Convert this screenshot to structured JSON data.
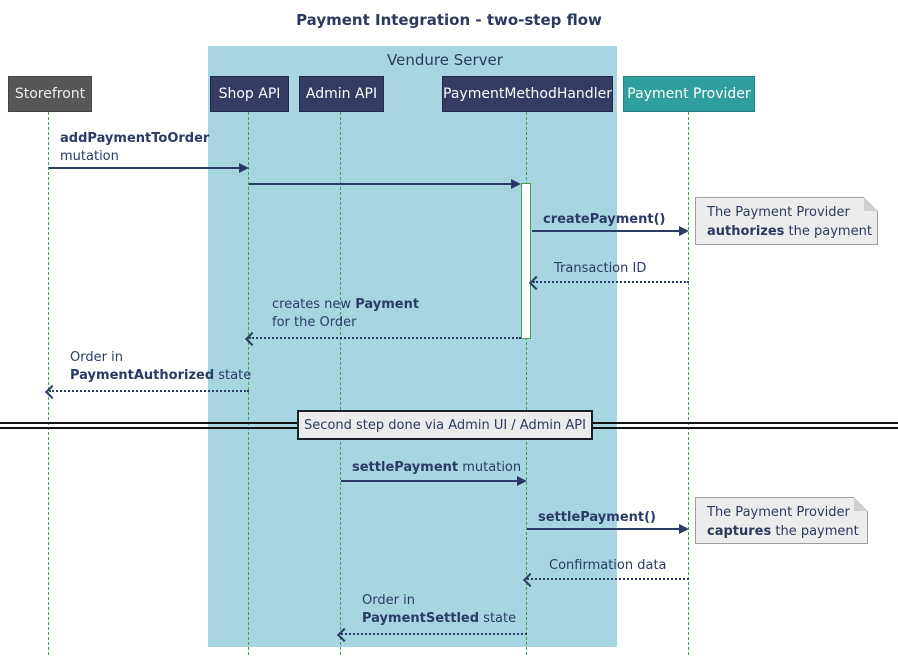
{
  "title": "Payment Integration - two-step flow",
  "container": {
    "label": "Vendure Server"
  },
  "participants": [
    {
      "id": "storefront",
      "label": "Storefront"
    },
    {
      "id": "shop-api",
      "label": "Shop API"
    },
    {
      "id": "admin-api",
      "label": "Admin API"
    },
    {
      "id": "payment-method-handler",
      "label": "PaymentMethodHandler"
    },
    {
      "id": "payment-provider",
      "label": "Payment Provider"
    }
  ],
  "messages": {
    "add_payment": {
      "bold": "addPaymentToOrder",
      "rest": "mutation"
    },
    "create_payment": {
      "bold": "createPayment()"
    },
    "transaction_id": {
      "text": "Transaction ID"
    },
    "creates_payment": {
      "pre": "creates new ",
      "bold": "Payment",
      "line2": "for the Order"
    },
    "payment_authorized": {
      "line1": "Order in",
      "bold": "PaymentAuthorized",
      "rest": " state"
    },
    "settle_payment_mutation": {
      "bold": "settlePayment",
      "rest": " mutation"
    },
    "settle_payment_call": {
      "bold": "settlePayment()"
    },
    "confirmation_data": {
      "text": "Confirmation data"
    },
    "payment_settled": {
      "line1": "Order in",
      "bold": "PaymentSettled",
      "rest": " state"
    }
  },
  "notes": {
    "authorizes": {
      "line1": "The Payment Provider",
      "bold": "authorizes",
      "rest": " the payment"
    },
    "captures": {
      "line1": "The Payment Provider",
      "bold": "captures",
      "rest": " the payment"
    }
  },
  "divider": {
    "label": "Second step done via Admin UI / Admin API"
  },
  "colors": {
    "navy_box": "#333d63",
    "gray_box": "#575757",
    "teal_box": "#2f9e9e",
    "server_container": "#a7d6e2",
    "lifeline_green": "#44a04a",
    "arrow_navy": "#2b3a67",
    "note_fill": "#ececec",
    "divider_fill": "#ebebeb"
  }
}
